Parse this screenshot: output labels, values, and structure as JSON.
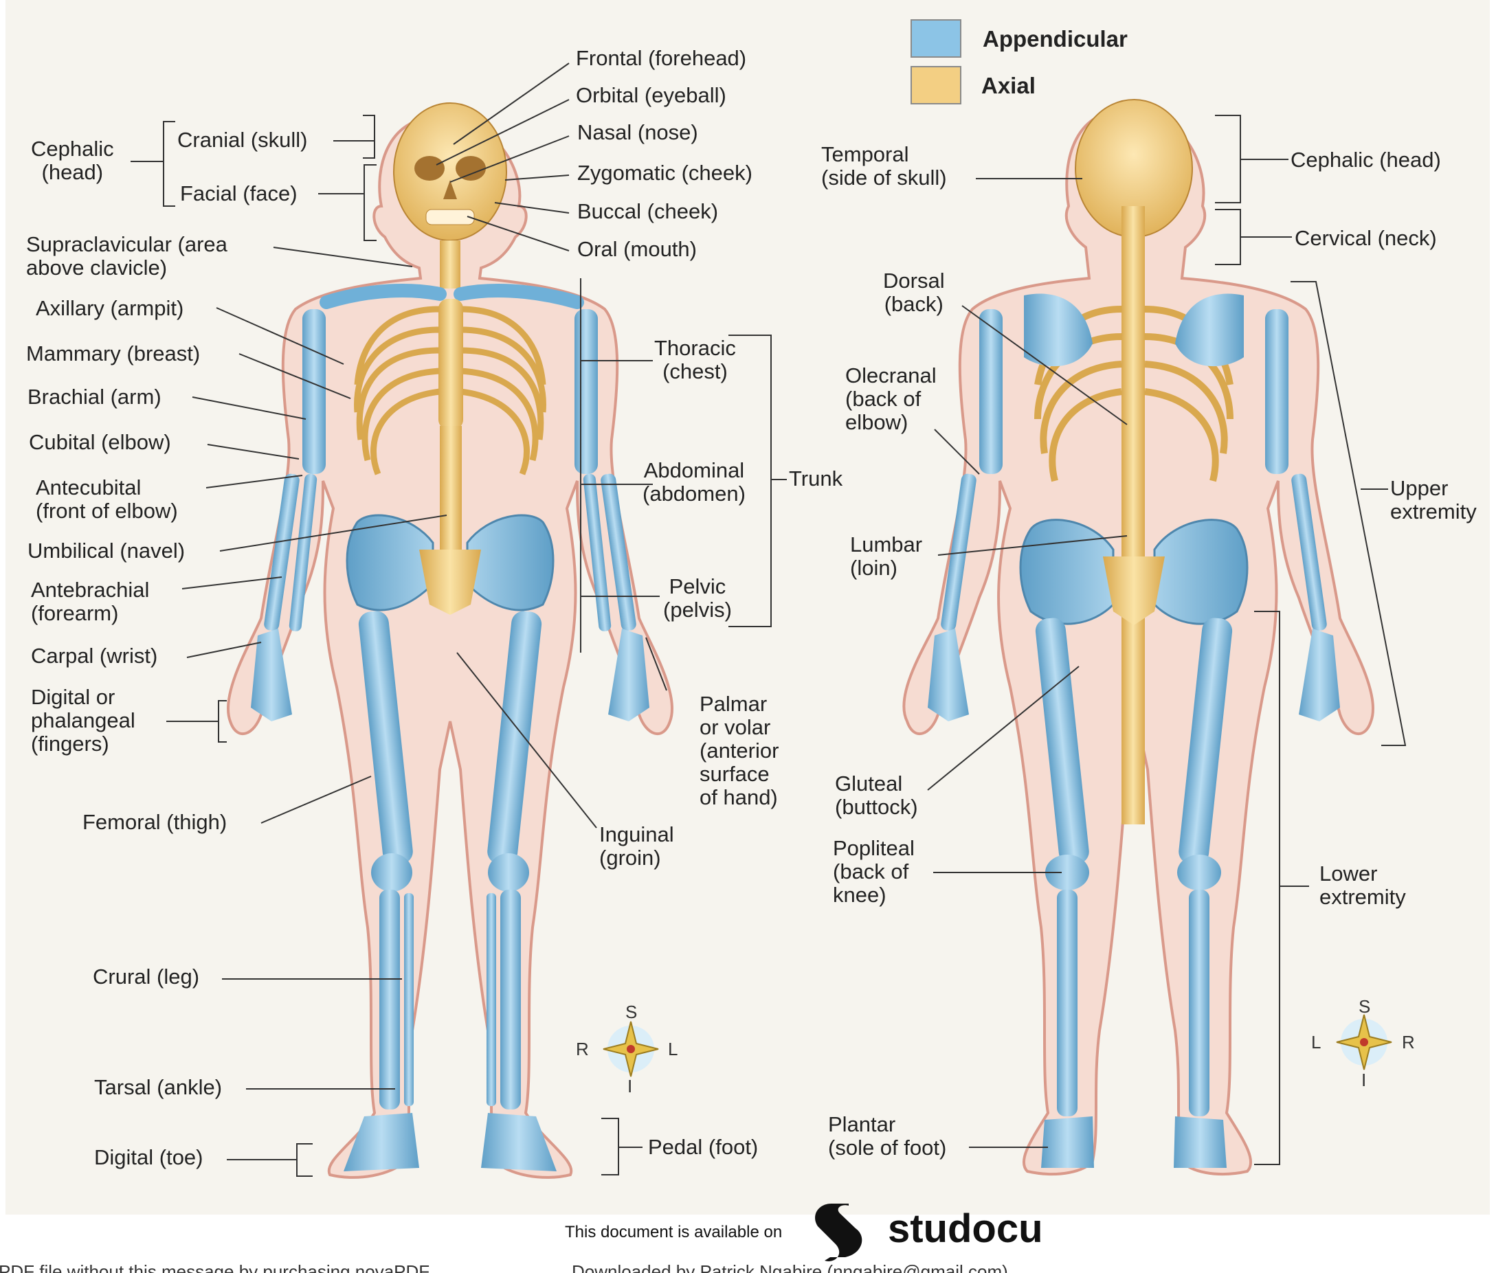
{
  "legend": {
    "items": [
      {
        "label": "Appendicular",
        "color": "#8cc4e6"
      },
      {
        "label": "Axial",
        "color": "#f3cf83"
      }
    ]
  },
  "anterior": {
    "labels": [
      "Frontal (forehead)",
      "Orbital (eyeball)",
      "Nasal (nose)",
      "Zygomatic (cheek)",
      "Buccal (cheek)",
      "Oral (mouth)",
      "Cephalic\n(head)",
      "Cranial (skull)",
      "Facial (face)",
      "Supraclavicular (area\nabove clavicle)",
      "Axillary (armpit)",
      "Mammary (breast)",
      "Brachial (arm)",
      "Cubital (elbow)",
      "Antecubital\n(front of elbow)",
      "Umbilical (navel)",
      "Antebrachial\n(forearm)",
      "Carpal (wrist)",
      "Digital or\nphalangeal\n(fingers)",
      "Femoral (thigh)",
      "Crural (leg)",
      "Tarsal (ankle)",
      "Digital (toe)",
      "Thoracic\n(chest)",
      "Abdominal\n(abdomen)",
      "Trunk",
      "Pelvic\n(pelvis)",
      "Palmar\nor volar\n(anterior\nsurface\nof hand)",
      "Inguinal\n(groin)",
      "Pedal (foot)"
    ],
    "compass": {
      "top": "S",
      "left": "R",
      "right": "L",
      "bottom": "I"
    }
  },
  "posterior": {
    "labels": [
      "Temporal\n(side of skull)",
      "Cephalic (head)",
      "Cervical (neck)",
      "Dorsal\n(back)",
      "Olecranal\n(back of\nelbow)",
      "Upper\nextremity",
      "Lumbar\n(loin)",
      "Gluteal\n(buttock)",
      "Popliteal\n(back of\nknee)",
      "Lower\nextremity",
      "Plantar\n(sole of foot)"
    ],
    "compass": {
      "top": "S",
      "left": "L",
      "right": "R",
      "bottom": "I"
    }
  },
  "footer": {
    "availability": "This document is available on",
    "brand": "studocu",
    "cut_left": "PDF file without this message by purchasing novaPDF",
    "cut_right": "Downloaded by Patrick Ngabire (nngabire@gmail.com)"
  },
  "colors": {
    "appendicular": "#8cc4e6",
    "axial": "#f3cf83",
    "skin": "#f6dcd2",
    "skin_outline": "#d9998a",
    "background": "#f6f4ee"
  }
}
